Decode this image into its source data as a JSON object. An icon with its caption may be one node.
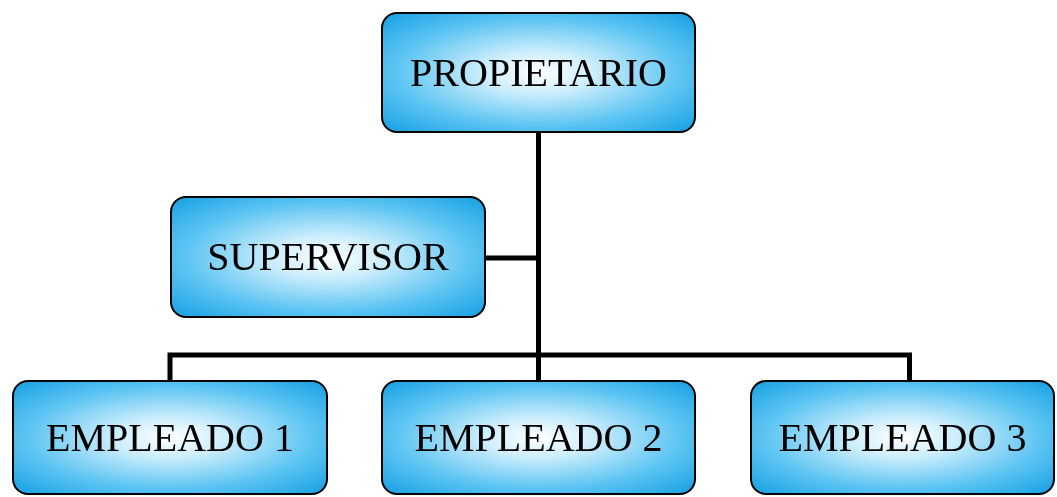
{
  "diagram": {
    "nodes": [
      {
        "text": [
          "PROPIETARIO"
        ]
      },
      {
        "text": [
          "SUPERVISOR"
        ]
      },
      {
        "text": [
          "EMPLEADO 1"
        ]
      },
      {
        "text": [
          "EMPLEADO 2"
        ]
      },
      {
        "text": [
          "EMPLEADO 3"
        ]
      }
    ],
    "edges": [
      {
        "from": 0,
        "to": 1,
        "arrow": "none"
      },
      {
        "from": 0,
        "to": 2,
        "arrow": "none"
      },
      {
        "from": 0,
        "to": 3,
        "arrow": "none"
      },
      {
        "from": 0,
        "to": 4,
        "arrow": "none"
      }
    ]
  }
}
